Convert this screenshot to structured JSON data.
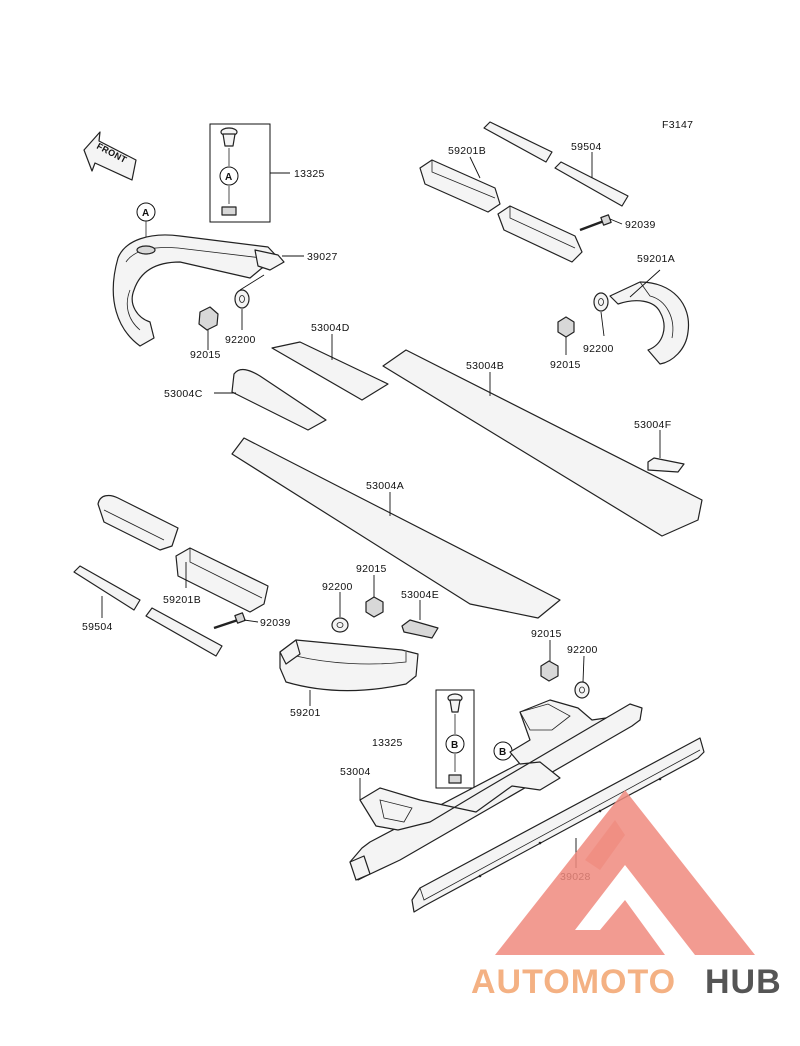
{
  "figure_code": "F3147",
  "front_label": "FRONT",
  "callouts": {
    "a": "A",
    "b": "B"
  },
  "labels": {
    "l13325_top": "13325",
    "l39027": "39027",
    "l92200_left": "92200",
    "l92015_left": "92015",
    "l59201B_top": "59201B",
    "l59504_top": "59504",
    "l92039_top": "92039",
    "l59201A": "59201A",
    "l92200_right": "92200",
    "l92015_right": "92015",
    "l53004D": "53004D",
    "l53004B": "53004B",
    "l53004C": "53004C",
    "l53004F": "53004F",
    "l53004A": "53004A",
    "l92015_mid": "92015",
    "l92200_mid": "92200",
    "l53004E": "53004E",
    "l59201B_bot": "59201B",
    "l59504_bot": "59504",
    "l92039_bot": "92039",
    "l59201": "59201",
    "l92015_br": "92015",
    "l92200_br": "92200",
    "l13325_bot": "13325",
    "l53004": "53004",
    "l39028": "39028"
  },
  "watermark": {
    "part1": "AUTOMOTO",
    "part2": "HUB",
    "color_accent": "#f08a7e",
    "color_dark": "#555555",
    "color_orange": "#f4b183"
  }
}
